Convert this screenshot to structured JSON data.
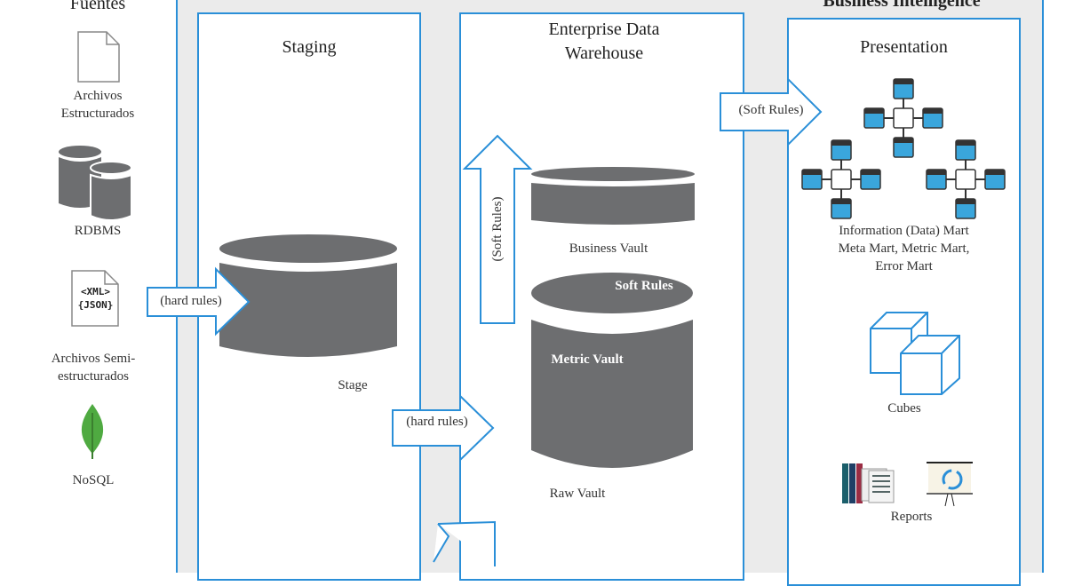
{
  "sources": {
    "title": "Fuentes",
    "items": [
      {
        "label": "Archivos Estructurados",
        "icon": "document-icon"
      },
      {
        "label": "RDBMS",
        "icon": "database-icon"
      },
      {
        "label": "Archivos Semi-estructurados",
        "icon": "xml-json-file-icon",
        "icon_text": [
          "<XML>",
          "{JSON}"
        ]
      },
      {
        "label": "NoSQL",
        "icon": "mongodb-leaf-icon"
      }
    ]
  },
  "staging": {
    "title": "Staging",
    "store_label": "Stage"
  },
  "edw": {
    "title_line1": "Enterprise Data",
    "title_line2": "Warehouse",
    "business_vault": "Business Vault",
    "soft_rules_label": "Soft Rules",
    "metric_vault": "Metric Vault",
    "raw_vault": "Raw Vault",
    "up_arrow_label": "(Soft Rules)"
  },
  "bi": {
    "title": "Business Intelligence",
    "presentation": {
      "title": "Presentation",
      "marts_line1": "Information (Data) Mart",
      "marts_line2": "Meta Mart, Metric Mart,",
      "marts_line3": "Error Mart",
      "cubes": "Cubes",
      "reports": "Reports"
    }
  },
  "arrows": {
    "sources_to_staging": "(hard rules)",
    "staging_to_edw": "(hard rules)",
    "edw_to_presentation": "(Soft Rules)"
  },
  "colors": {
    "accent": "#2a8fd8",
    "cylinder": "#6d6e70",
    "container": "#ebebeb",
    "star_node": "#3aa6dc"
  }
}
